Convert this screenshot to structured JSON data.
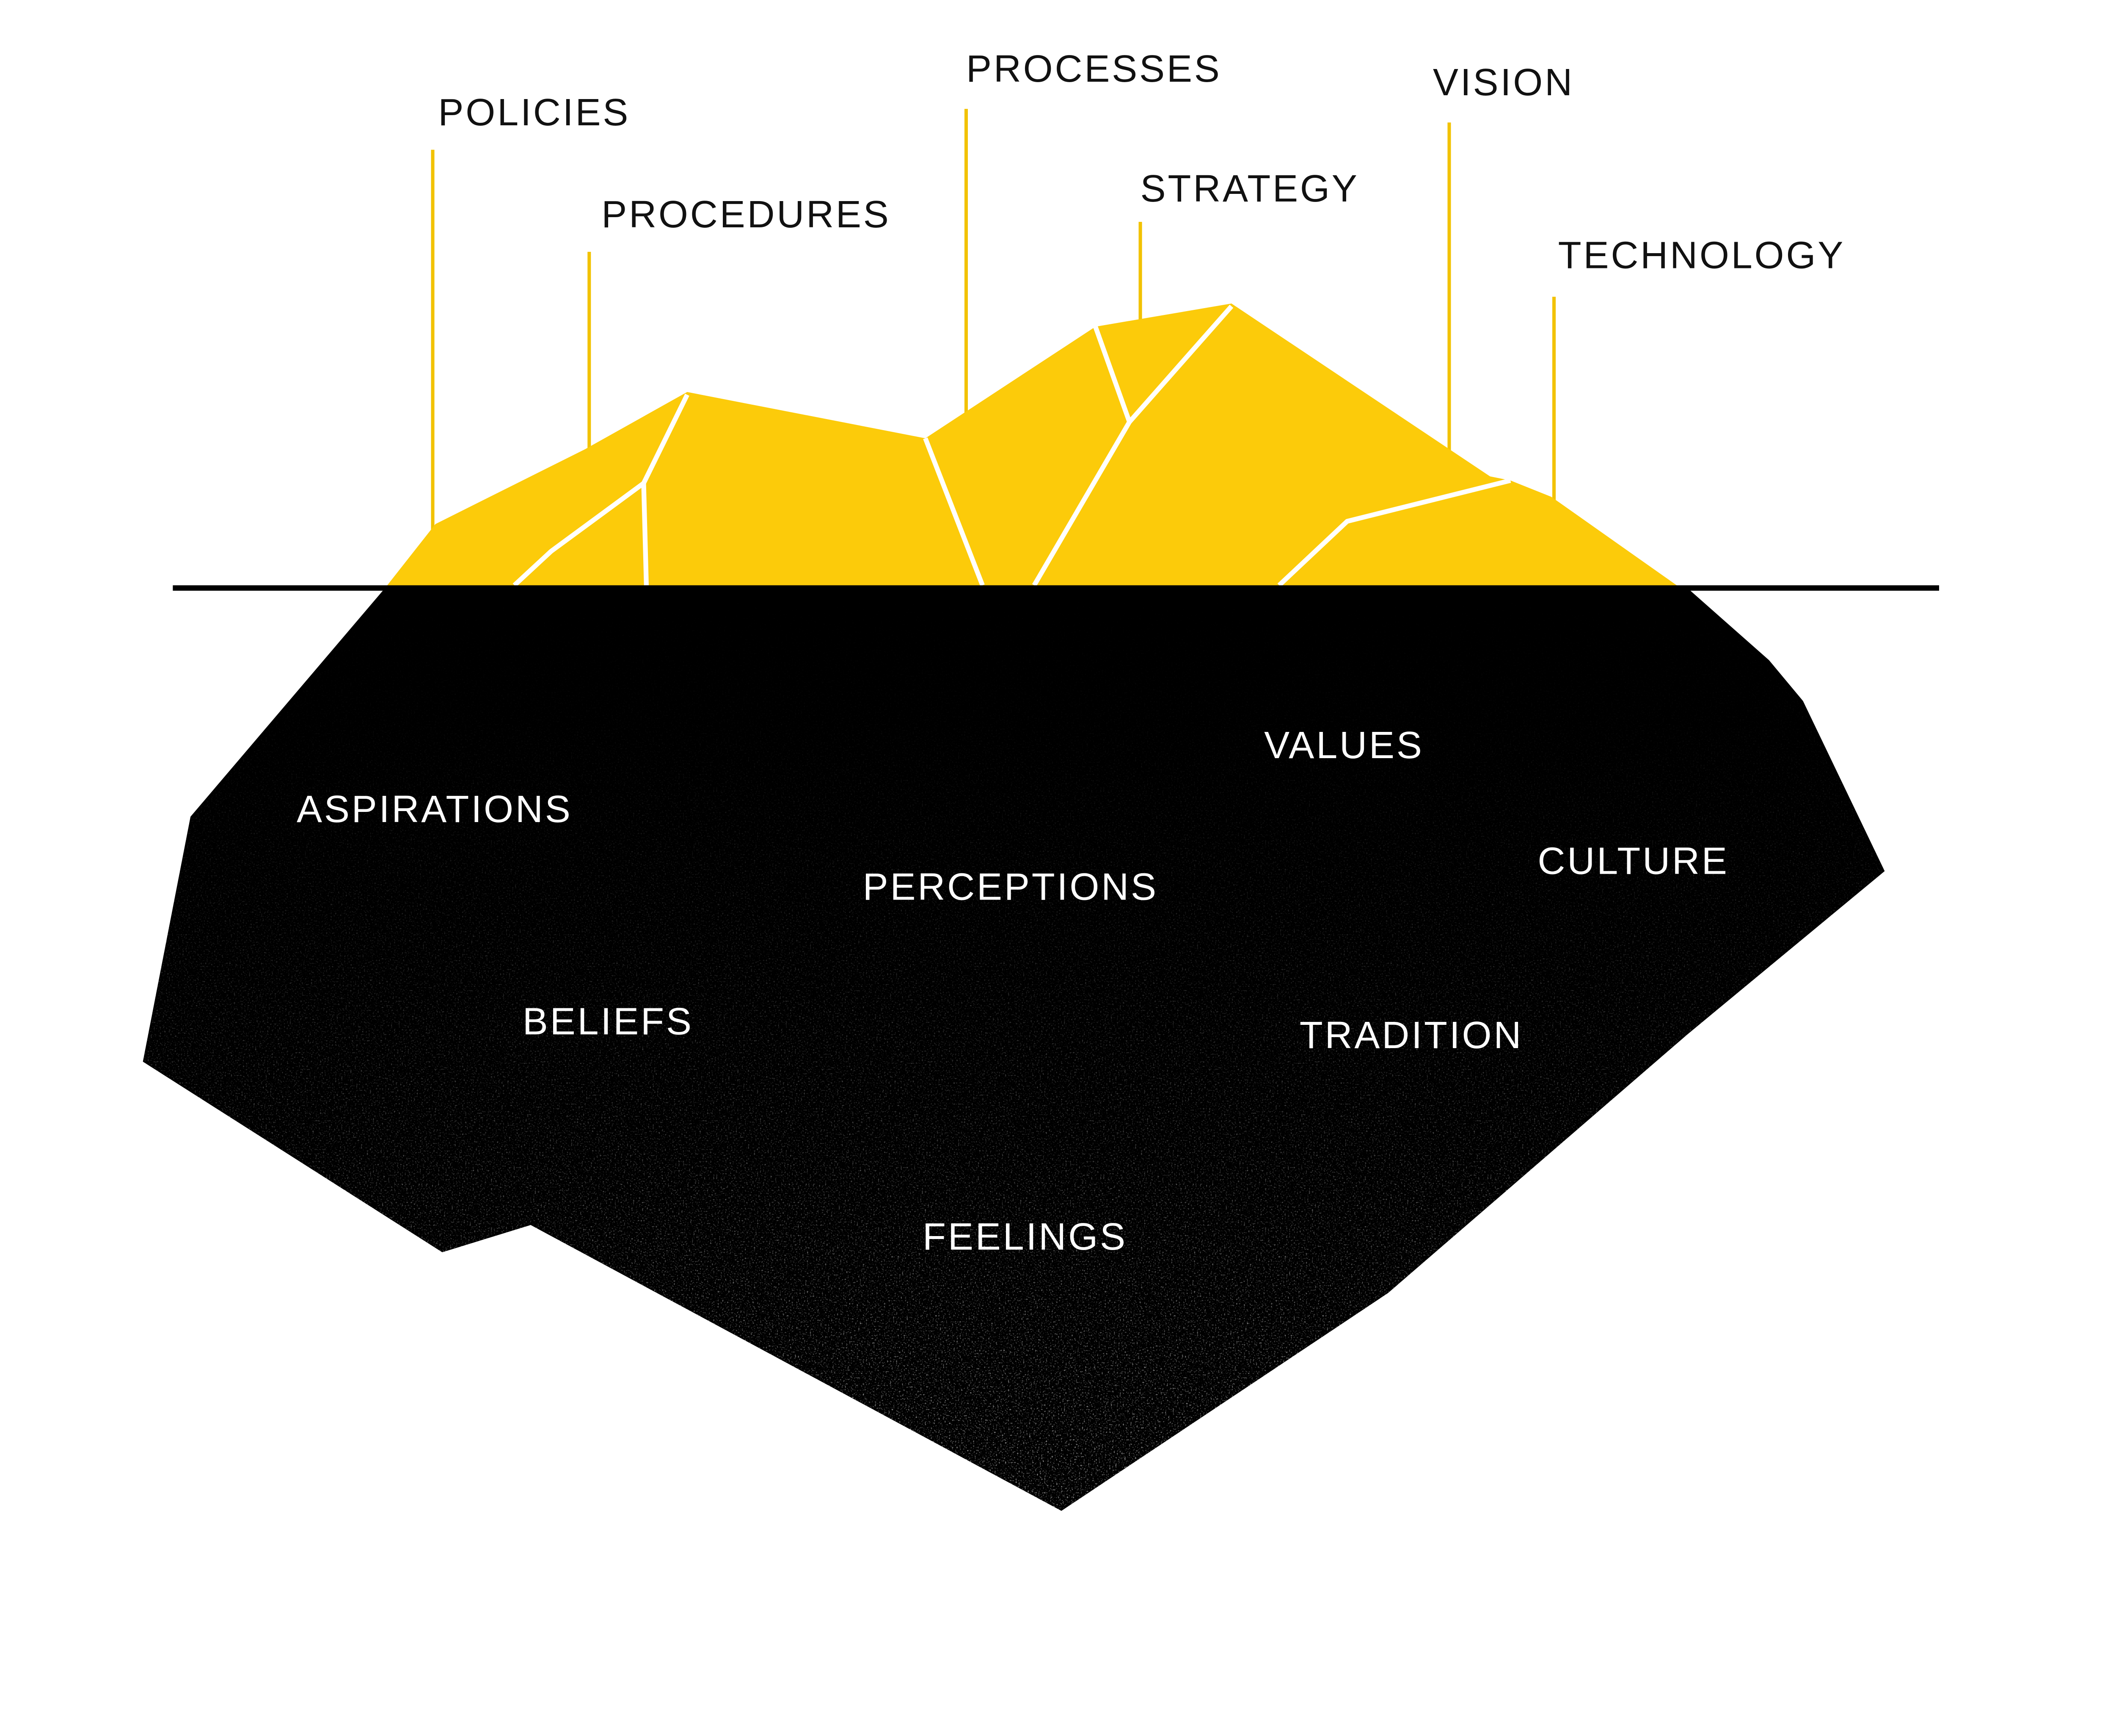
{
  "colors": {
    "tip": "#FCCB0A",
    "crack": "#ffffff",
    "waterline": "#000000",
    "mass": "#000000",
    "leader": "#F2C200"
  },
  "above_water": [
    {
      "id": "policies",
      "label": "POLICIES"
    },
    {
      "id": "procedures",
      "label": "PROCEDURES"
    },
    {
      "id": "processes",
      "label": "PROCESSES"
    },
    {
      "id": "strategy",
      "label": "STRATEGY"
    },
    {
      "id": "vision",
      "label": "VISION"
    },
    {
      "id": "technology",
      "label": "TECHNOLOGY"
    }
  ],
  "below_water": [
    {
      "id": "aspirations",
      "label": "ASPIRATIONS"
    },
    {
      "id": "values",
      "label": "VALUES"
    },
    {
      "id": "culture",
      "label": "CULTURE"
    },
    {
      "id": "perceptions",
      "label": "PERCEPTIONS"
    },
    {
      "id": "beliefs",
      "label": "BELIEFS"
    },
    {
      "id": "tradition",
      "label": "TRADITION"
    },
    {
      "id": "feelings",
      "label": "FEELINGS"
    }
  ]
}
